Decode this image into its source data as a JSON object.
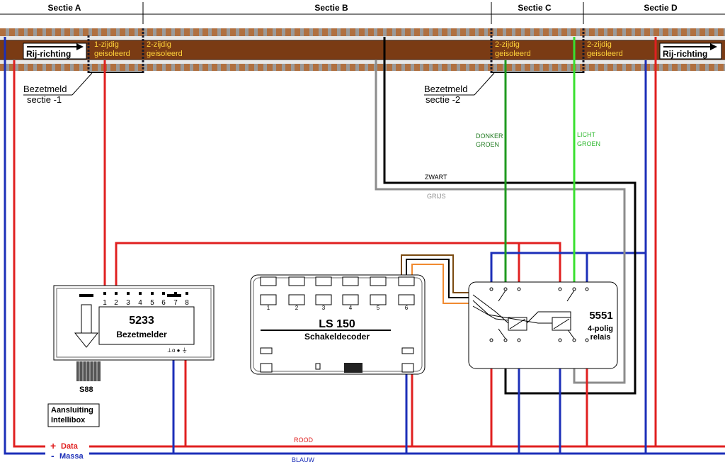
{
  "sections": [
    "Sectie A",
    "Sectie B",
    "Sectie C",
    "Sectie D"
  ],
  "track": {
    "direction_label": "Rij-richting",
    "iso1_line1": "1-zijdig",
    "iso1_line2": "geisoleerd",
    "iso2_line1": "2-zijdig",
    "iso2_line2": "geisoleerd"
  },
  "occupancy": {
    "label": "Bezetmeld",
    "section1": "sectie -1",
    "section2": "sectie -2"
  },
  "wires": {
    "dark_green": [
      "DONKER",
      "GROEN"
    ],
    "light_green": [
      "LICHT",
      "GROEN"
    ],
    "black": "ZWART",
    "grey": "GRIJS",
    "red": "ROOD",
    "blue": "BLAUW"
  },
  "module_5233": {
    "number": "5233",
    "name": "Bezetmelder",
    "inputs": [
      "1",
      "2",
      "3",
      "4",
      "5",
      "6",
      "7",
      "8"
    ],
    "connector": "S88"
  },
  "module_ls150": {
    "number": "LS 150",
    "name": "Schakeldecoder",
    "outputs": [
      "1",
      "2",
      "3",
      "4",
      "5",
      "6"
    ]
  },
  "module_5551": {
    "number": "5551",
    "line1": "4-polig",
    "line2": "relais"
  },
  "intellibox": {
    "line1": "Aansluiting",
    "line2": "Intellibox"
  },
  "bus": {
    "data_label": "Data",
    "massa_label": "Massa"
  },
  "colors": {
    "red": "#e02020",
    "blue": "#1c2fb8",
    "black": "#000000",
    "grey": "#8c8c8c",
    "dark_green": "#1f9a1f",
    "light_green": "#39e02f",
    "brown": "#7a4a10",
    "orange": "#f08a30",
    "rail": "#7a3b14"
  }
}
